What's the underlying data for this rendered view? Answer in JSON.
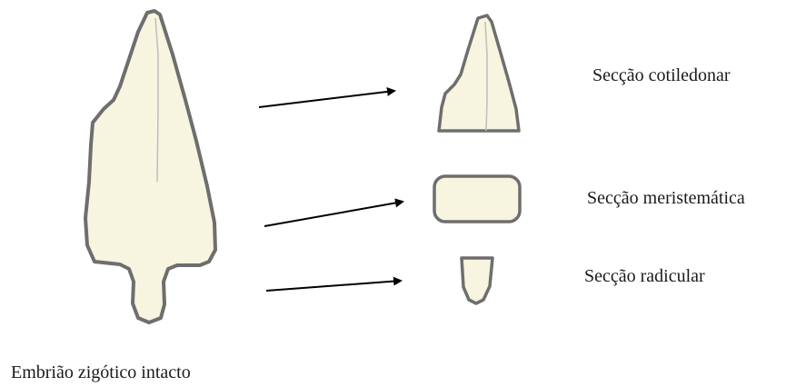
{
  "labels": {
    "cotyledonary_section": "Secção cotiledonar",
    "meristematic_section": "Secção meristemática",
    "radicular_section": "Secção radicular",
    "intact_embryo": "Embrião zigótico intacto"
  },
  "colors": {
    "tissue_fill": "#F7F4DF",
    "tissue_outline": "#6E6E6E",
    "midrib": "#BDBDBD",
    "arrow": "#000000"
  }
}
